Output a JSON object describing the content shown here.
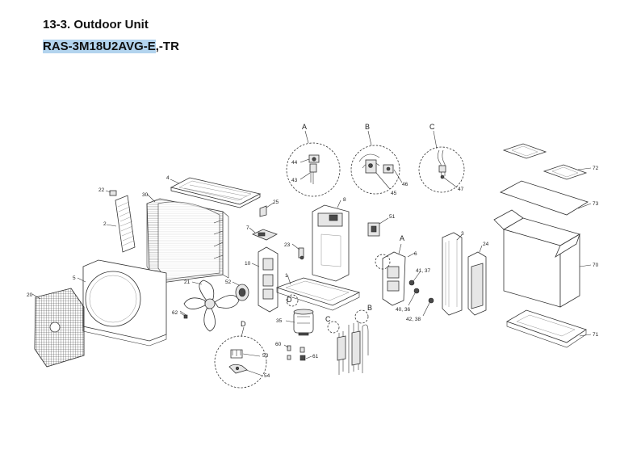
{
  "heading": "13-3.  Outdoor Unit",
  "model": {
    "highlighted": "RAS-3M18U2AVG-E",
    "suffix": ",-TR"
  },
  "detail_letters": {
    "A": "A",
    "B": "B",
    "C": "C",
    "D": "D"
  },
  "part_labels": {
    "p1": "1",
    "p2": "2",
    "p3": "3",
    "p4": "4",
    "p5": "5",
    "p6": "6",
    "p7": "7",
    "p8": "8",
    "p10": "10",
    "p20": "20",
    "p21": "21",
    "p22": "22",
    "p23": "23",
    "p24": "24",
    "p25": "25",
    "p30": "30",
    "p35": "35",
    "p41_37": "41, 37",
    "p40_36": "40, 36",
    "p42_38": "42, 38",
    "p43": "43",
    "p44": "44",
    "p45": "45",
    "p46": "46",
    "p47": "47",
    "p51": "51",
    "p52": "52",
    "p53": "53",
    "p54": "54",
    "p60": "60",
    "p61": "61",
    "p62": "62",
    "p70": "70",
    "p71": "71",
    "p72": "72",
    "p73": "73"
  }
}
